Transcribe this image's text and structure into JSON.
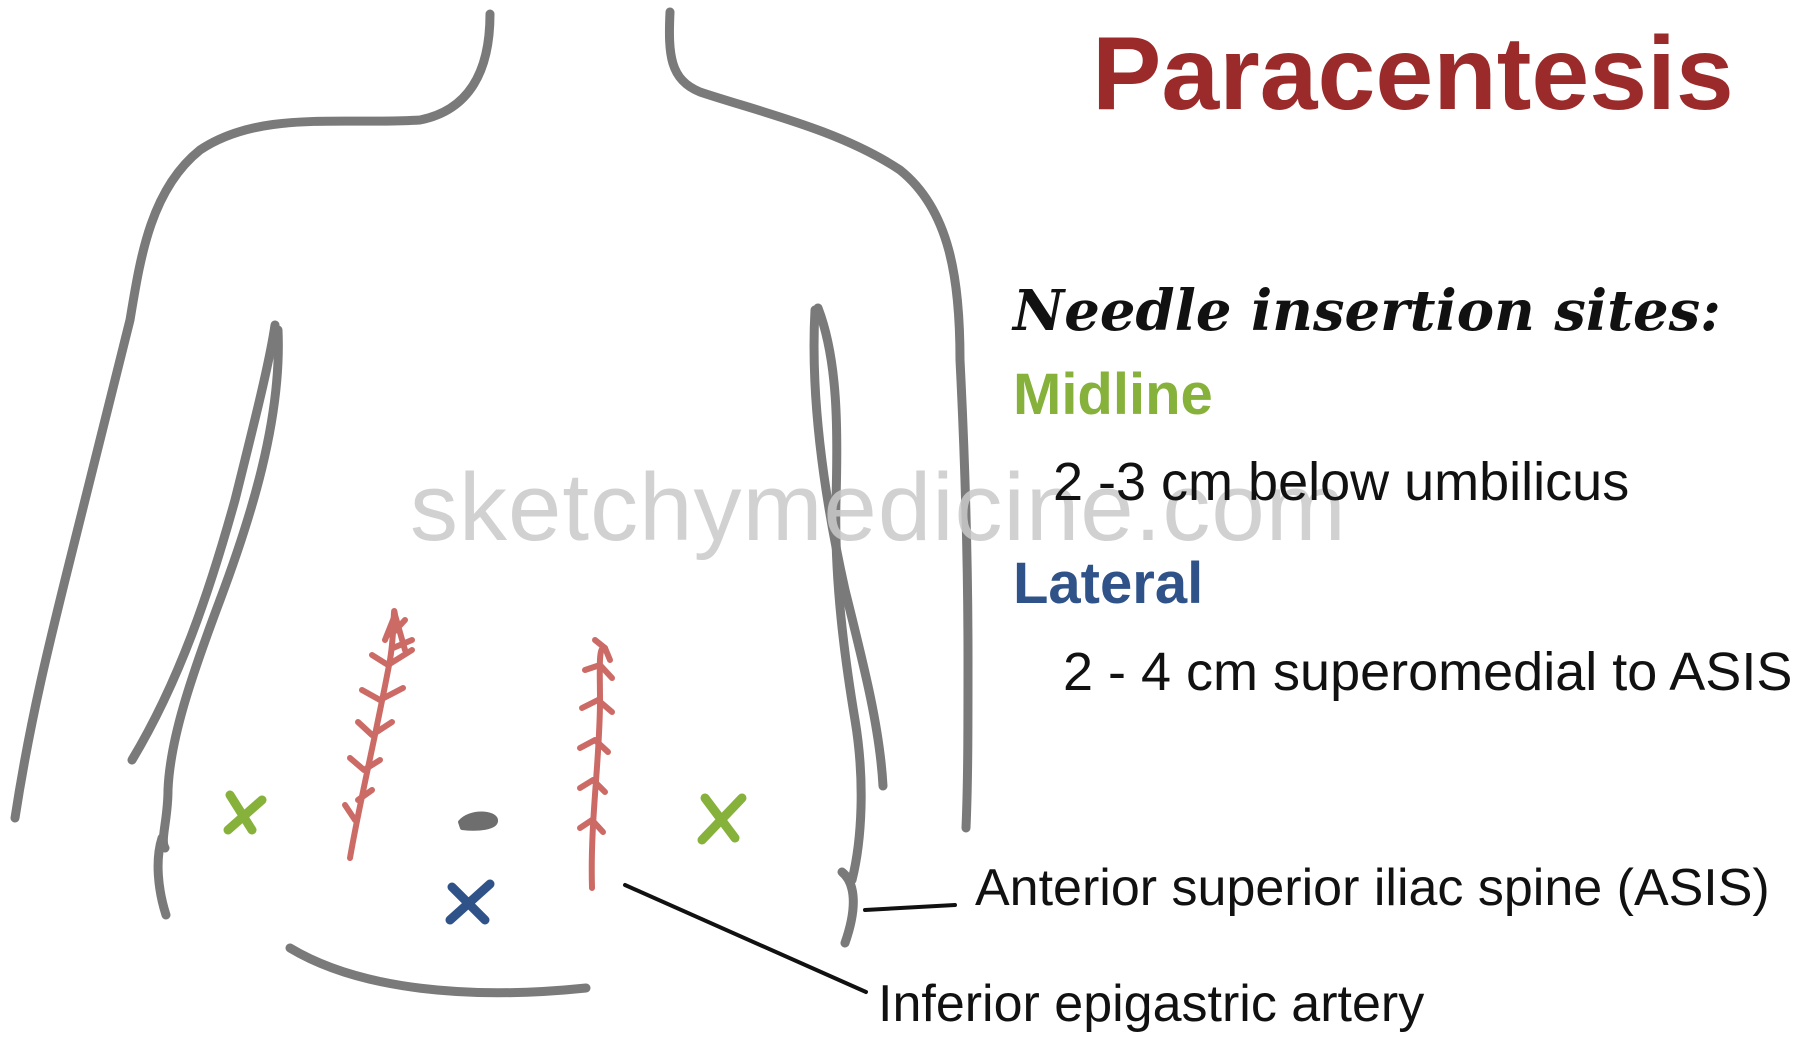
{
  "diagram": {
    "title": "Paracentesis",
    "sites_heading": "Needle insertion sites:",
    "sites": [
      {
        "label": "Midline",
        "description": "2 -3 cm below umbilicus",
        "color": "#86b13a"
      },
      {
        "label": "Lateral",
        "description": "2 - 4 cm superomedial to ASIS",
        "color": "#2f5288"
      }
    ],
    "callouts": {
      "asis": "Anterior superior iliac spine (ASIS)",
      "artery": "Inferior epigastric artery"
    },
    "watermark": "sketchymedicine.com",
    "colors": {
      "title": "#9b2b2b",
      "outline": "#7a7a7a",
      "artery": "#cc6b66",
      "midline_mark": "#86b13a",
      "lateral_mark": "#2f5288",
      "text": "#111111",
      "watermark": "#c9c9c9"
    }
  }
}
